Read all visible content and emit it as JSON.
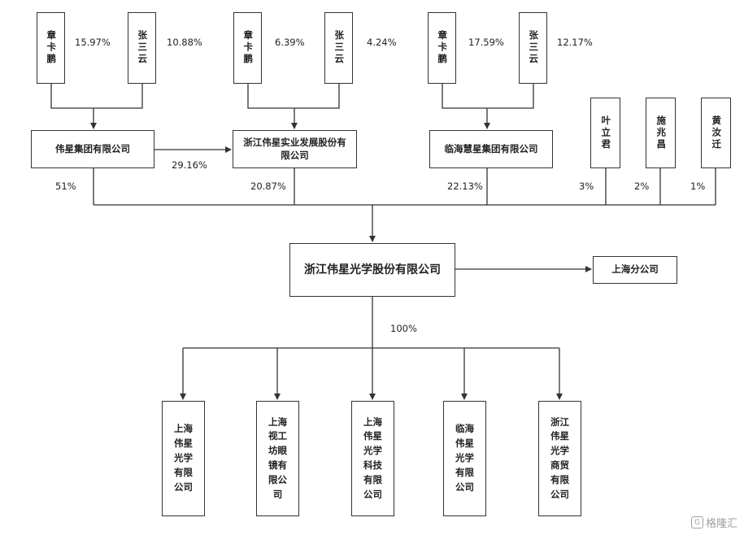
{
  "top_people": [
    {
      "name": "章卡鹏",
      "pct": "15.97%"
    },
    {
      "name": "张三云",
      "pct": "10.88%"
    },
    {
      "name": "章卡鹏",
      "pct": "6.39%"
    },
    {
      "name": "张三云",
      "pct": "4.24%"
    },
    {
      "name": "章卡鹏",
      "pct": "17.59%"
    },
    {
      "name": "张三云",
      "pct": "12.17%"
    }
  ],
  "companies": {
    "weixing_group": "伟星集团有限公司",
    "zhejiang_industrial": "浙江伟星实业发展股份有限公司",
    "linhai_huixing": "临海慧星集团有限公司",
    "main": "浙江伟星光学股份有限公司",
    "shanghai_branch": "上海分公司"
  },
  "individuals": [
    {
      "name": "叶立君",
      "pct": "3%"
    },
    {
      "name": "施兆昌",
      "pct": "2%"
    },
    {
      "name": "黄汝迁",
      "pct": "1%"
    }
  ],
  "holdings": {
    "group_to_industrial": "29.16%",
    "group": "51%",
    "industrial": "20.87%",
    "linhai": "22.13%",
    "subsidiaries": "100%"
  },
  "subsidiaries": [
    "上海\n伟星\n光学\n有限\n公司",
    "上海\n视工\n坊眼\n镜有\n限公\n司",
    "上海\n伟星\n光学\n科技\n有限\n公司",
    "临海\n伟星\n光学\n有限\n公司",
    "浙江\n伟星\n光学\n商贸\n有限\n公司"
  ],
  "watermark": "格隆汇"
}
